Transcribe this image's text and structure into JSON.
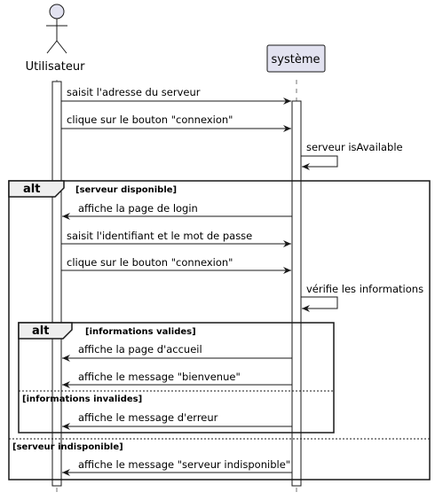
{
  "participants": {
    "user": "Utilisateur",
    "system": "système"
  },
  "messages": [
    "saisit l'adresse du serveur",
    "clique sur le bouton \"connexion\"",
    "serveur isAvailable",
    "affiche la page de login",
    "saisit l'identifiant et le mot de passe",
    "clique sur le bouton \"connexion\"",
    "vérifie les informations",
    "affiche la page d'accueil",
    "affiche le message \"bienvenue\"",
    "affiche le message d'erreur",
    "affiche le message \"serveur indisponible\""
  ],
  "frames": {
    "outer": {
      "keyword": "alt",
      "guard": "[serveur disponible]",
      "else_guard": "[serveur indisponible]"
    },
    "inner": {
      "keyword": "alt",
      "guard": "[informations valides]",
      "else_guard": "[informations invalides]"
    }
  },
  "colors": {
    "participant_fill": "#E2E2F0",
    "participant_border": "#181818",
    "frame_tab_fill": "#EEEEEE",
    "line": "#181818"
  }
}
